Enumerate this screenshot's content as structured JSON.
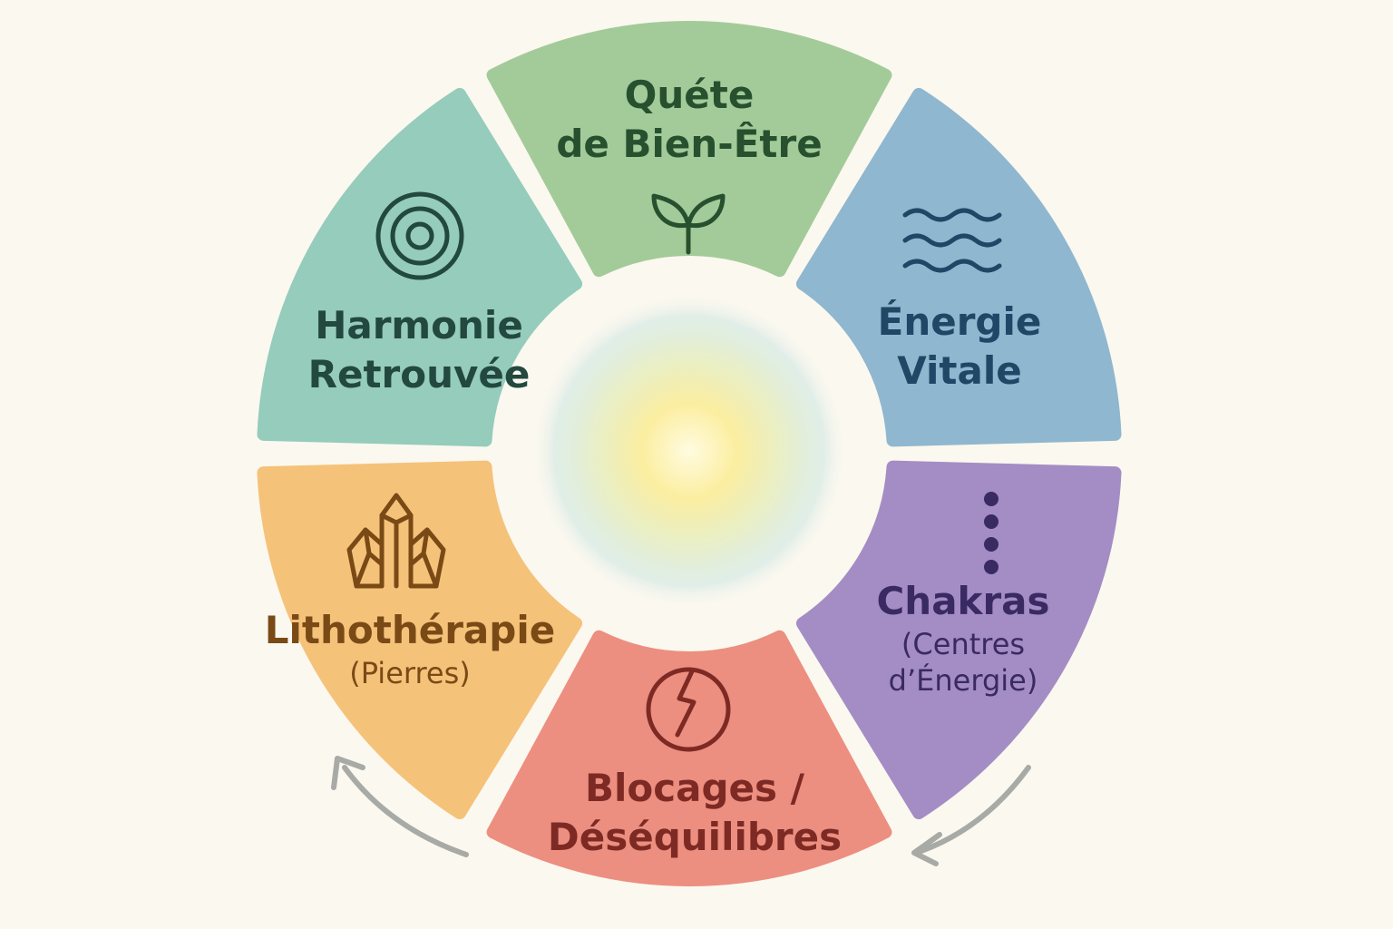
{
  "center": {
    "glow_color": "#fff3b0"
  },
  "segments": [
    {
      "id": "quete",
      "lines": [
        "Quéte",
        "de Bien-Être"
      ],
      "sub_lines": [],
      "icon": "sprout-icon",
      "fill": "#a3cb99",
      "text_color": "#27502f"
    },
    {
      "id": "energie",
      "lines": [
        "Énergie",
        "Vitale"
      ],
      "sub_lines": [],
      "icon": "waves-icon",
      "fill": "#8fb7cf",
      "text_color": "#1f4766"
    },
    {
      "id": "chakras",
      "lines": [
        "Chakras"
      ],
      "sub_lines": [
        "(Centres",
        "d’Énergie)"
      ],
      "icon": "vertical-dots-icon",
      "fill": "#a48dc4",
      "text_color": "#3a2a63"
    },
    {
      "id": "blocages",
      "lines": [
        "Blocages /",
        "Déséquilibres"
      ],
      "sub_lines": [],
      "icon": "broken-circle-icon",
      "fill": "#ec8f80",
      "text_color": "#7e2a24"
    },
    {
      "id": "lithotherapie",
      "lines": [
        "Lithothérapie"
      ],
      "sub_lines": [
        "(Pierres)"
      ],
      "icon": "crystal-icon",
      "fill": "#f5c27a",
      "text_color": "#7a4a16"
    },
    {
      "id": "harmonie",
      "lines": [
        "Harmonie",
        "Retrouvée"
      ],
      "sub_lines": [],
      "icon": "concentric-circles-icon",
      "fill": "#95ccbb",
      "text_color": "#22483f"
    }
  ],
  "arrow_color": "#a8aaa6"
}
